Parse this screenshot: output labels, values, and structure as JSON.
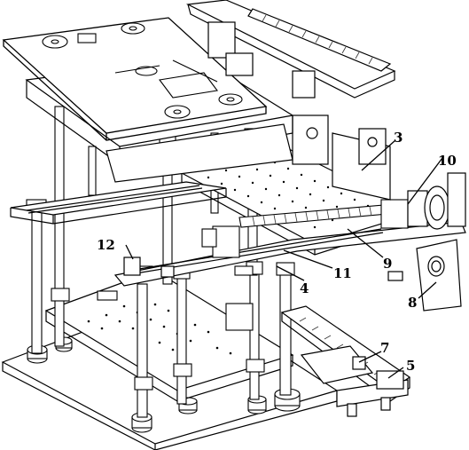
{
  "diagram": {
    "colors": {
      "ink": "#000000",
      "paper": "#ffffff",
      "hatch": "#333333"
    },
    "labels": [
      {
        "id": "3",
        "text": "3"
      },
      {
        "id": "10",
        "text": "10"
      },
      {
        "id": "12",
        "text": "12"
      },
      {
        "id": "11",
        "text": "11"
      },
      {
        "id": "9",
        "text": "9"
      },
      {
        "id": "4",
        "text": "4"
      },
      {
        "id": "8",
        "text": "8"
      },
      {
        "id": "7",
        "text": "7"
      },
      {
        "id": "5",
        "text": "5"
      }
    ]
  }
}
